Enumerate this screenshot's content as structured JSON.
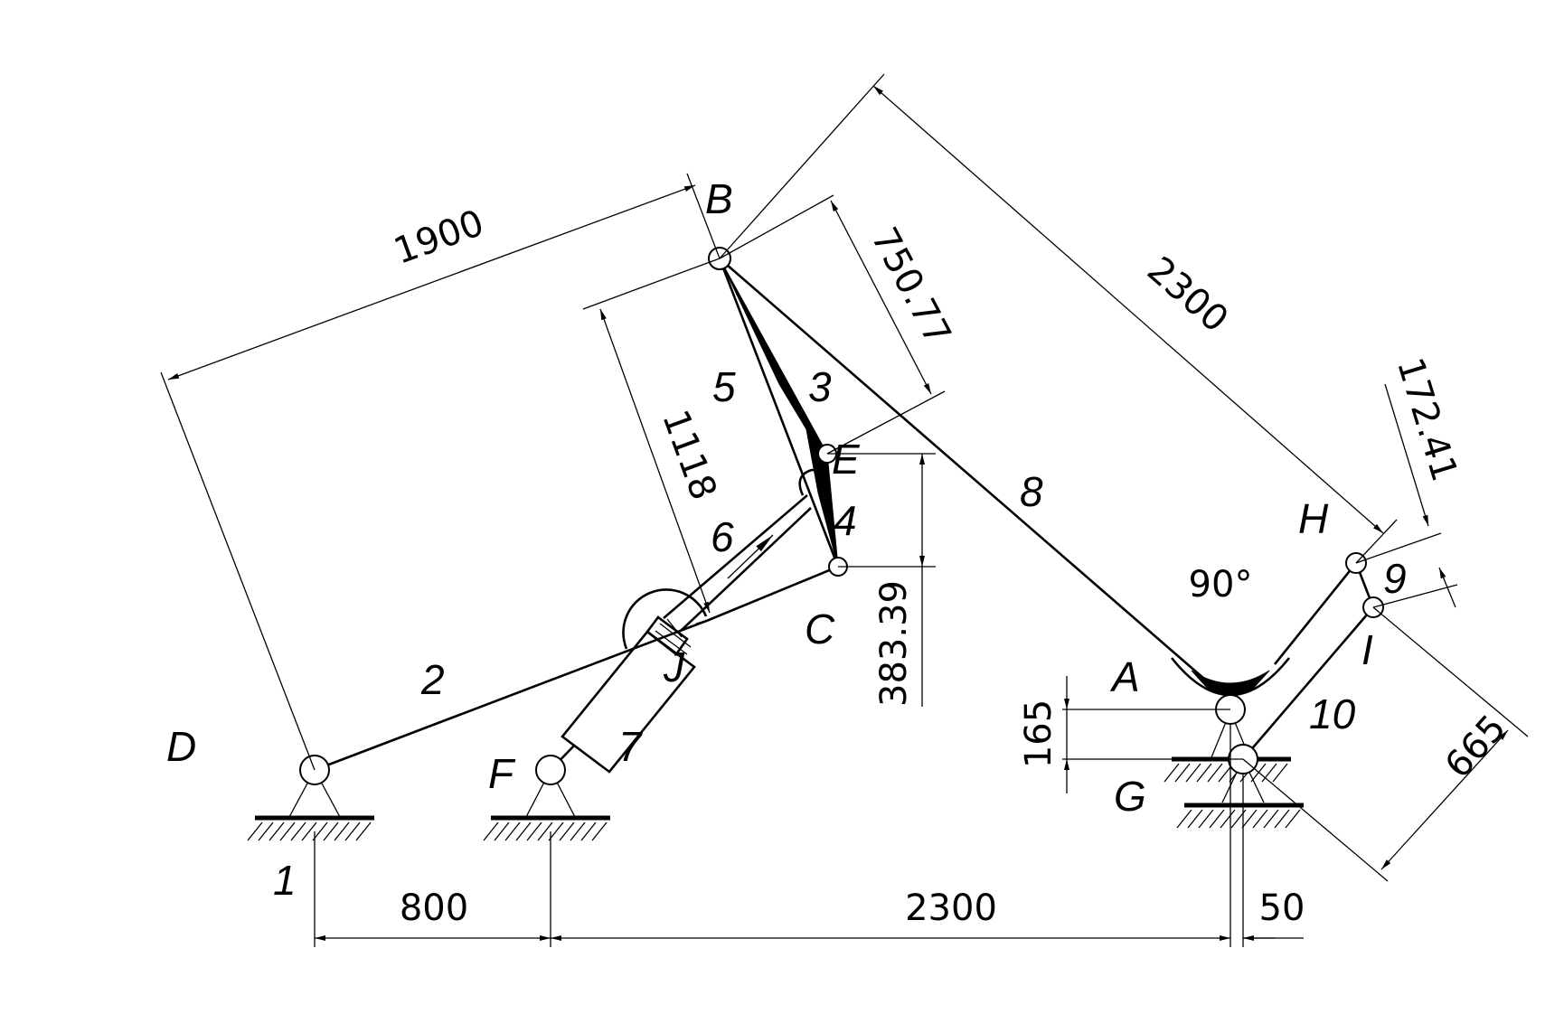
{
  "points": {
    "A": "A",
    "B": "B",
    "C": "C",
    "D": "D",
    "E": "E",
    "F": "F",
    "G": "G",
    "H": "H",
    "I": "I",
    "J": "J"
  },
  "links": {
    "l1": "1",
    "l2": "2",
    "l3": "3",
    "l4": "4",
    "l5": "5",
    "l6": "6",
    "l7": "7",
    "l8": "8",
    "l9": "9",
    "l10": "10"
  },
  "dimensions": {
    "d1900": "1900",
    "d2300_top": "2300",
    "d750": "750.77",
    "d1118": "1118",
    "d383": "383.39",
    "d172": "172.41",
    "d665": "665",
    "d165": "165",
    "d800": "800",
    "d2300_bottom": "2300",
    "d50": "50",
    "angle": "90°"
  }
}
